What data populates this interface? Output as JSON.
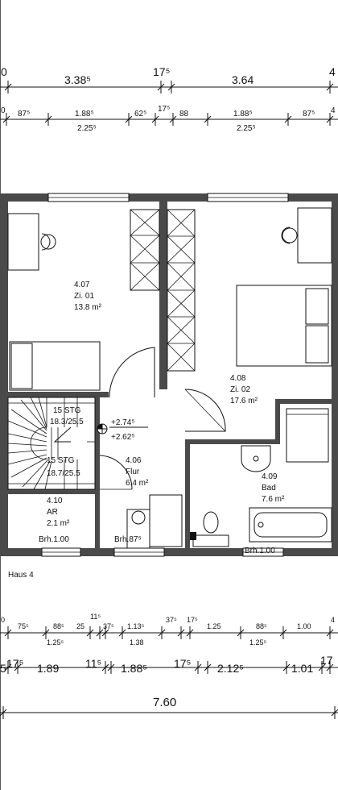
{
  "top_dims": {
    "row1": [
      "0",
      "3.38⁵",
      "17⁵",
      "3.64",
      "4"
    ],
    "row2": [
      "0",
      "87⁵",
      "1.88⁵",
      "62⁵",
      "17⁵",
      "88",
      "1.88⁵",
      "87⁵",
      "4"
    ],
    "row3": [
      "2.25⁵",
      "2.25⁵"
    ]
  },
  "rooms": {
    "zi01": {
      "num": "4.07",
      "name": "Zi. 01",
      "area": "13.8 m²"
    },
    "zi02": {
      "num": "4.08",
      "name": "Zi. 02",
      "area": "17.6 m²"
    },
    "flur": {
      "num": "4.06",
      "name": "Flur",
      "area": "6.4 m²"
    },
    "bad": {
      "num": "4.09",
      "name": "Bad",
      "area": "7.6 m²"
    },
    "ar": {
      "num": "4.10",
      "name": "AR",
      "area": "2.1 m²"
    }
  },
  "stairs": {
    "upper_count": "15 STG",
    "upper_ratio": "18.3/25.5",
    "lower_count": "15 STG",
    "lower_ratio": "18.7/25.5"
  },
  "levels": {
    "upper": "+2.74⁵",
    "lower": "+2.62⁵"
  },
  "sills": {
    "ar": "Brh.1.00",
    "flur": "Brh.87⁵",
    "bad": "Brh.1.00"
  },
  "house_label": "Haus 4",
  "bottom_dims": {
    "row1": [
      "0",
      "75⁵",
      "88⁵",
      "25",
      "11⁵",
      "37⁵",
      "1.13⁵",
      "37⁵",
      "17⁵",
      "1.25",
      "88⁵",
      "1.00",
      "4"
    ],
    "row2": [
      "1.25⁵",
      "1.38",
      "1.25⁵"
    ],
    "row3": [
      "5",
      "17⁵",
      "1.89",
      "11⁵",
      "1.88⁵",
      "17⁵",
      "2.12⁵",
      "1.01",
      "17"
    ],
    "total": "7.60"
  }
}
